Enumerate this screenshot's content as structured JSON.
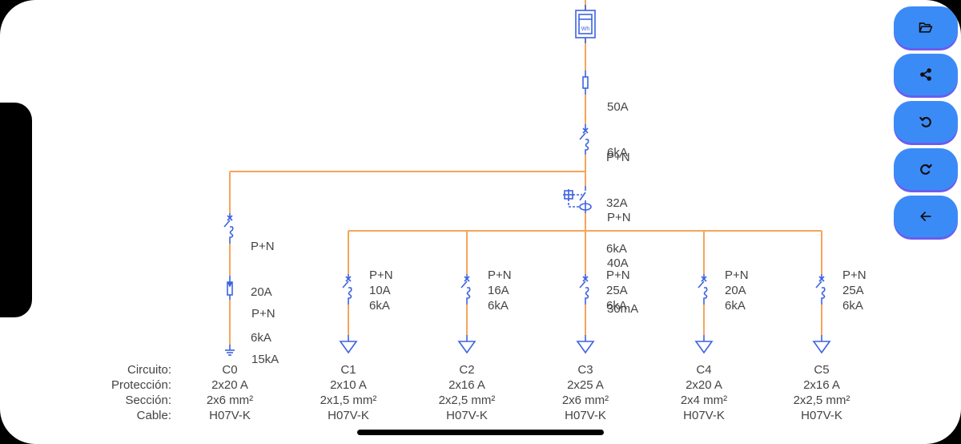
{
  "colors": {
    "wire": "#f5a55a",
    "symbol": "#3d63e0",
    "text": "#444444",
    "button": "#3b8bf7",
    "button_shadow": "#6b5cf0"
  },
  "toolbar": [
    {
      "name": "open-folder-button",
      "icon": "folder-open-icon"
    },
    {
      "name": "share-button",
      "icon": "share-icon"
    },
    {
      "name": "undo-button",
      "icon": "undo-icon"
    },
    {
      "name": "redo-button",
      "icon": "redo-icon"
    },
    {
      "name": "back-button",
      "icon": "arrow-left-icon"
    }
  ],
  "meter": {
    "label": "Wh"
  },
  "main_fuse": {
    "lines": [
      "50A",
      "6kA"
    ]
  },
  "main_breaker": {
    "lines": [
      "P+N",
      "32A",
      "6kA"
    ]
  },
  "differential": {
    "lines": [
      "P+N",
      "40A",
      "30mA"
    ]
  },
  "circuit_c0": {
    "breaker": {
      "lines": [
        "P+N",
        "20A",
        "6kA"
      ]
    },
    "surge": {
      "lines": [
        "P+N",
        "15kA"
      ]
    }
  },
  "branch_breakers": [
    {
      "lines": [
        "P+N",
        "10A",
        "6kA"
      ]
    },
    {
      "lines": [
        "P+N",
        "16A",
        "6kA"
      ]
    },
    {
      "lines": [
        "P+N",
        "25A",
        "6kA"
      ]
    },
    {
      "lines": [
        "P+N",
        "20A",
        "6kA"
      ]
    },
    {
      "lines": [
        "P+N",
        "25A",
        "6kA"
      ]
    }
  ],
  "table": {
    "headers": [
      "Circuito:",
      "Protección:",
      "Sección:",
      "Cable:"
    ],
    "circuits": [
      {
        "circuito": "C0",
        "proteccion": "2x20 A",
        "seccion": "2x6 mm²",
        "cable": "H07V-K"
      },
      {
        "circuito": "C1",
        "proteccion": "2x10 A",
        "seccion": "2x1,5 mm²",
        "cable": "H07V-K"
      },
      {
        "circuito": "C2",
        "proteccion": "2x16 A",
        "seccion": "2x2,5 mm²",
        "cable": "H07V-K"
      },
      {
        "circuito": "C3",
        "proteccion": "2x25 A",
        "seccion": "2x6 mm²",
        "cable": "H07V-K"
      },
      {
        "circuito": "C4",
        "proteccion": "2x20 A",
        "seccion": "2x4 mm²",
        "cable": "H07V-K"
      },
      {
        "circuito": "C5",
        "proteccion": "2x16 A",
        "seccion": "2x2,5 mm²",
        "cable": "H07V-K"
      }
    ]
  }
}
